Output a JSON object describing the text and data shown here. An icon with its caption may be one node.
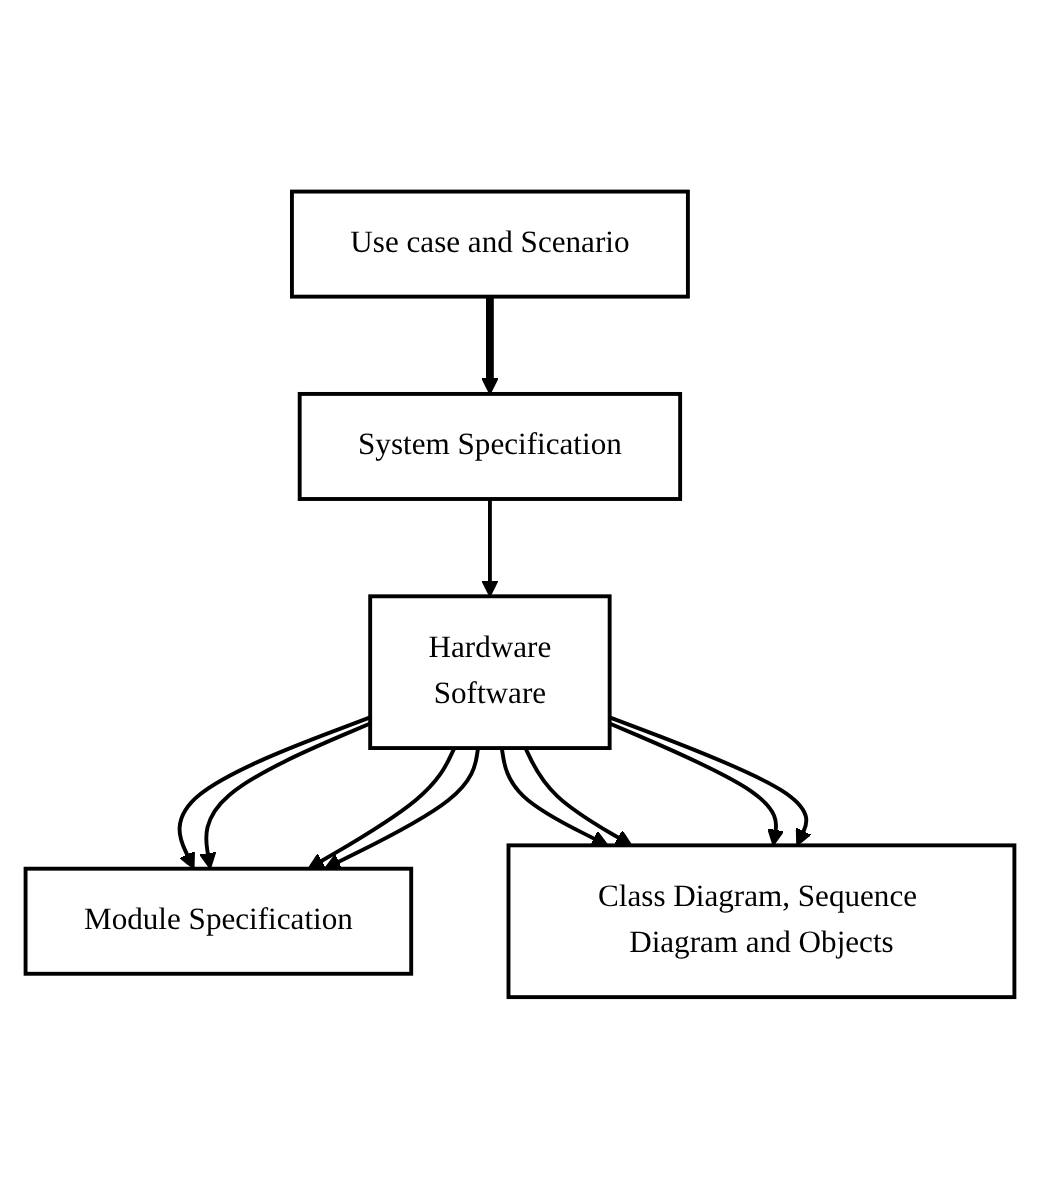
{
  "diagram": {
    "nodes": [
      {
        "text": [
          "Use case and Scenario"
        ]
      },
      {
        "text": [
          "System Specification"
        ]
      },
      {
        "text": [
          "Hardware",
          "Software"
        ]
      },
      {
        "text": [
          "Module Specification"
        ]
      },
      {
        "text": [
          "Class Diagram, Sequence Diagram and Objects"
        ]
      }
    ],
    "edges": [
      {
        "from": 0,
        "to": 1,
        "arrow": "to",
        "style": "thick"
      },
      {
        "from": 1,
        "to": 2,
        "arrow": "to"
      },
      {
        "from": 2,
        "to": 3,
        "arrow": "to"
      },
      {
        "from": 2,
        "to": 3,
        "arrow": "to"
      },
      {
        "from": 2,
        "to": 3,
        "arrow": "to"
      },
      {
        "from": 2,
        "to": 3,
        "arrow": "to"
      },
      {
        "from": 2,
        "to": 4,
        "arrow": "to"
      },
      {
        "from": 2,
        "to": 4,
        "arrow": "to"
      },
      {
        "from": 2,
        "to": 4,
        "arrow": "to"
      },
      {
        "from": 2,
        "to": 4,
        "arrow": "to"
      }
    ]
  }
}
